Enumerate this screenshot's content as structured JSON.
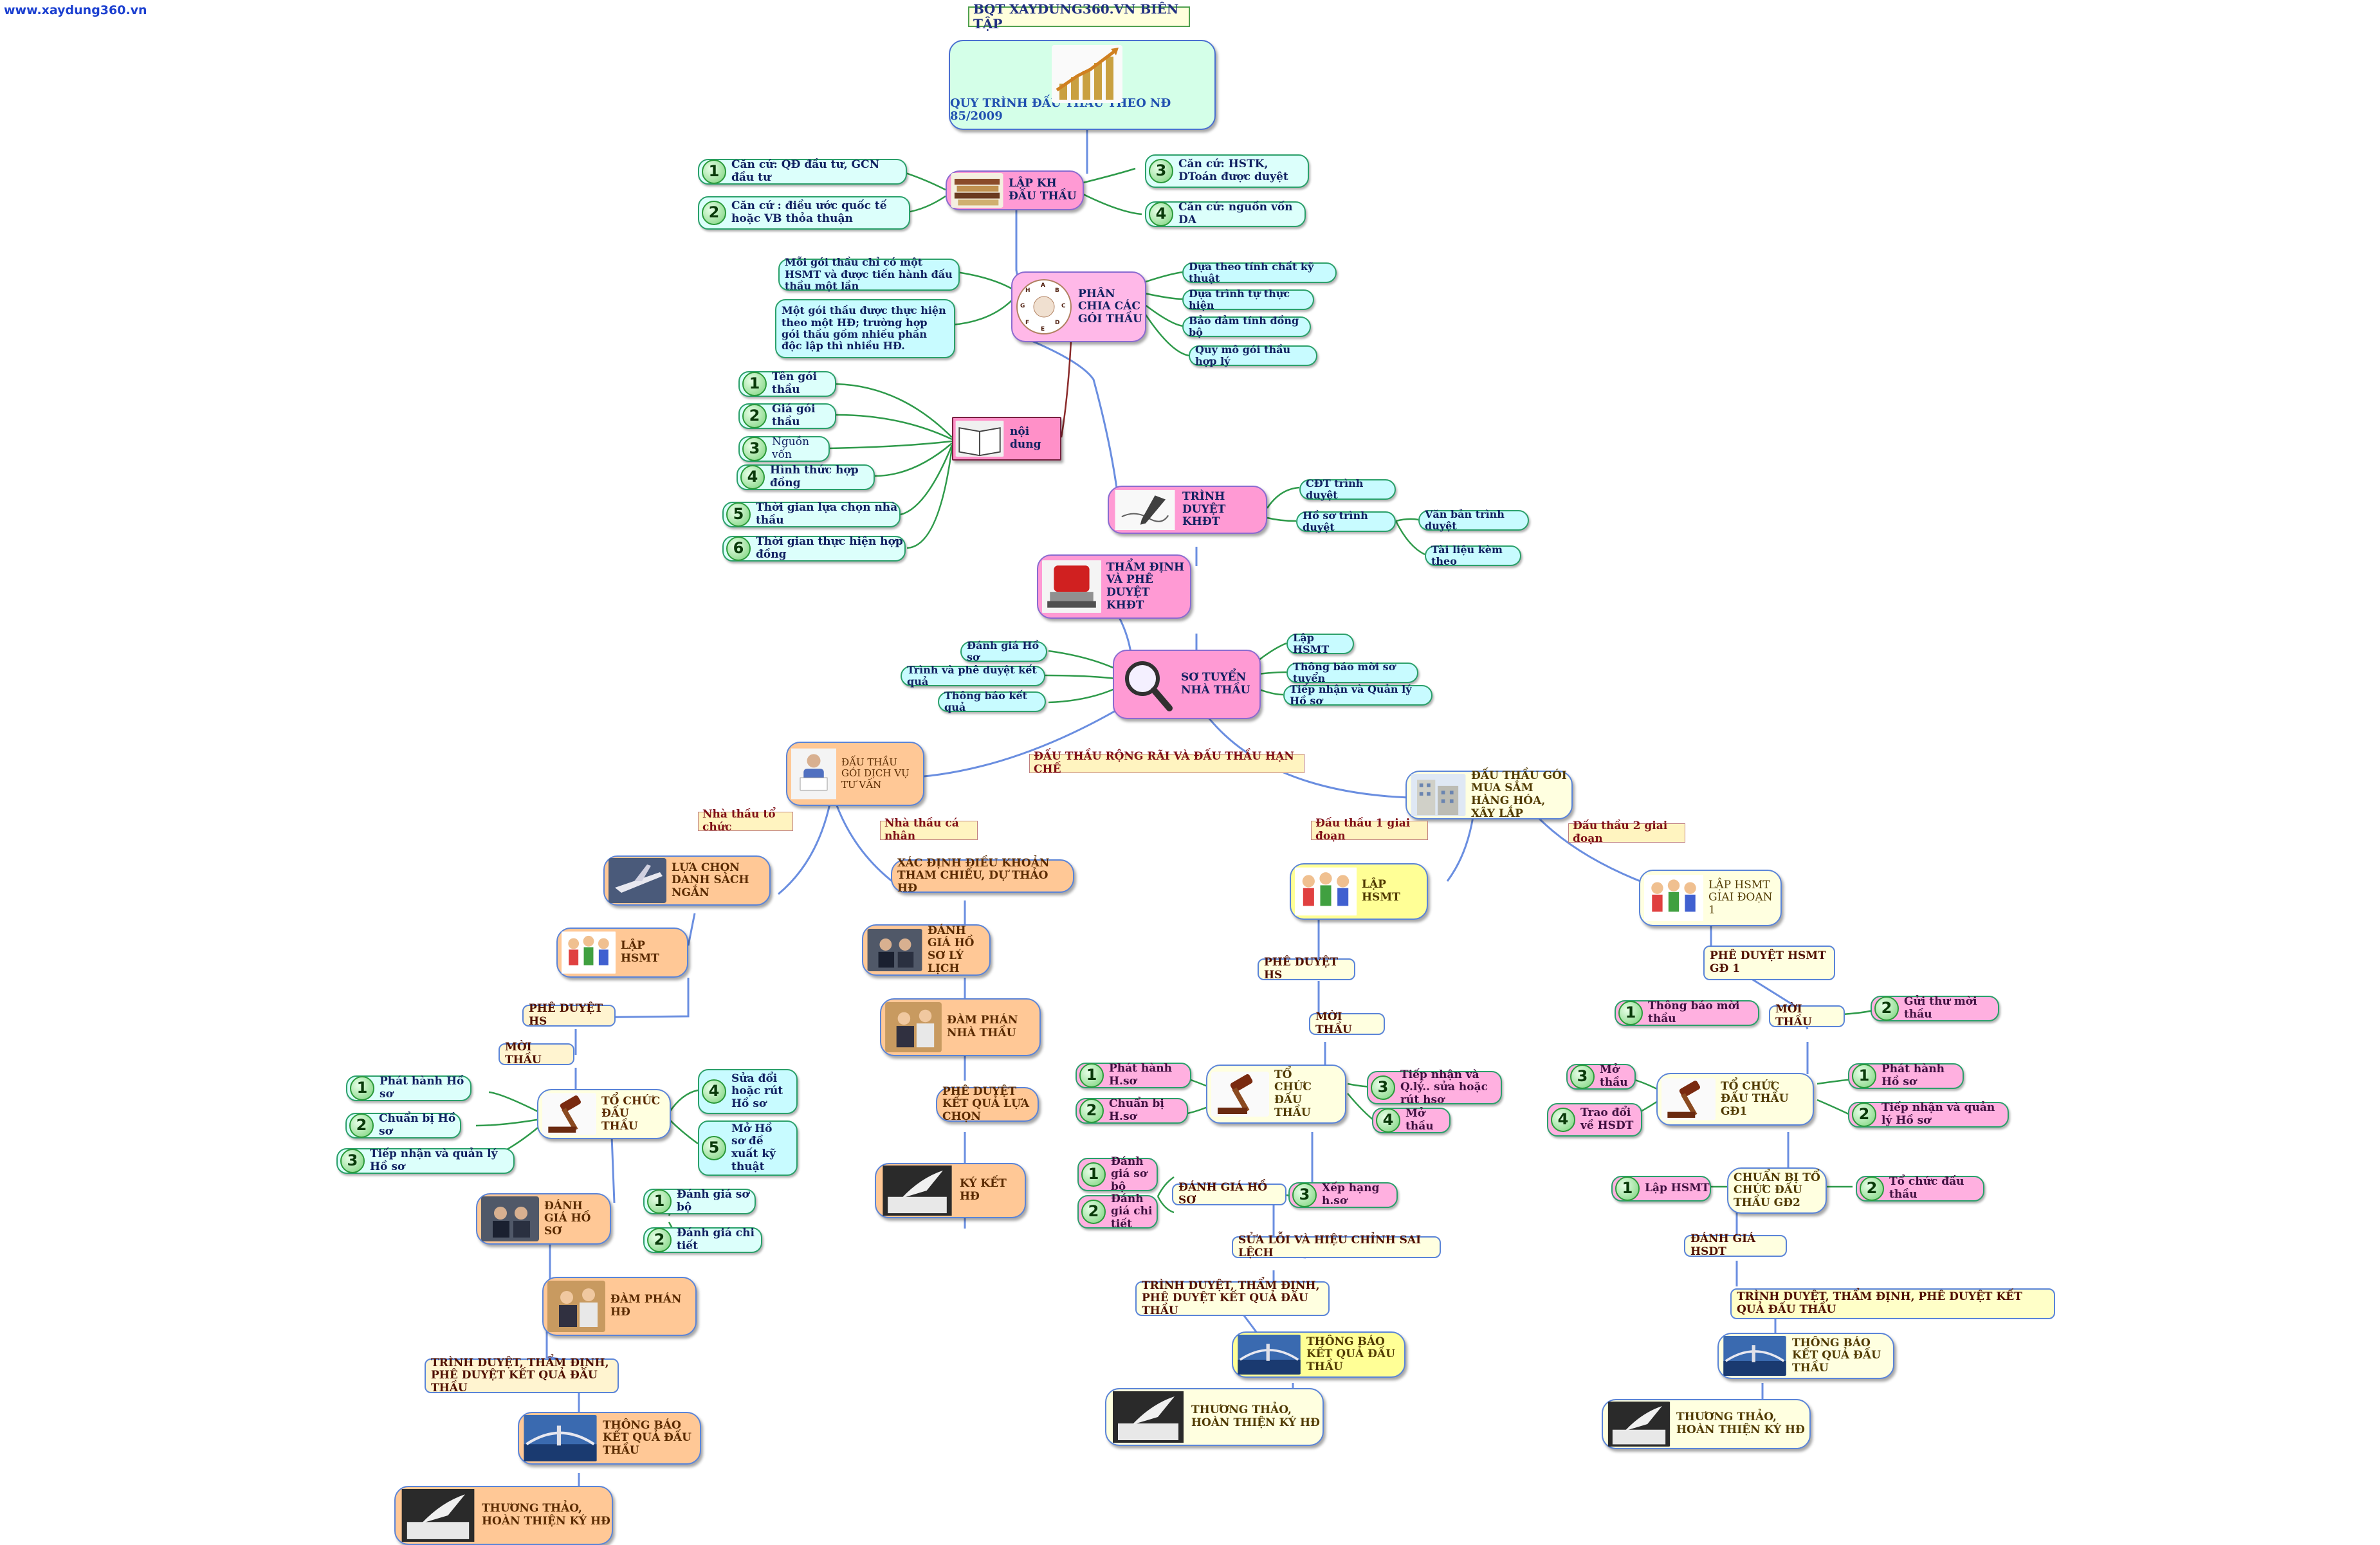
{
  "watermark": "www.xaydung360.vn",
  "editor": "BQT XAYDUNG360.VN BIÊN TẬP",
  "title": "QUY TRÌNH ĐẤU THẦU THEO NĐ 85/2009",
  "lap_kh": {
    "label": "LẬP KH ĐẤU THẦU",
    "c1": "Căn cứ: QĐ đầu tư,  GCN đầu tư",
    "c2": "Căn cứ : điều ước quốc tế hoặc VB thỏa thuận",
    "c3": "Căn cứ: HSTK, DToán được duyệt",
    "c4": "Căn cứ: nguồn vốn DA"
  },
  "phan_chia": {
    "label": "PHÂN CHIA CÁC GÓI THẦU",
    "l1": "Mỗi gói thầu chỉ có một HSMT và được tiến hành đấu thầu một lần",
    "l2": "Một gói thầu được thực hiện theo một HĐ; trường hợp gói thầu gồm nhiều phần độc lập thì  nhiều HĐ.",
    "r1": "Dựa theo tính chất kỹ thuật",
    "r2": "Dựa trình tự thực hiện",
    "r3": "Bảo đảm tính đồng bộ",
    "r4": "Quy mô gói thầu hợp lý"
  },
  "noi_dung": {
    "label": "nội dung",
    "i1": "Tên gói thầu",
    "i2": "Giá gói thầu",
    "i3": "Nguồn vốn",
    "i4": "Hình thức hợp đồng",
    "i5": "Thời gian lựa chọn nhà thầu",
    "i6": "Thời gian thực hiện hợp đồng"
  },
  "trinh_duyet": {
    "label": "TRÌNH DUYỆT KHĐT",
    "a": "CĐT trình duyệt",
    "b": "Hồ sơ trình duyệt",
    "b1": "Văn bản trình duyệt",
    "b2": "Tài liệu kèm theo"
  },
  "tham_dinh": {
    "label": "THẨM ĐỊNH VÀ PHÊ DUYỆT KHĐT"
  },
  "so_tuyen": {
    "label": "SƠ TUYỂN NHÀ THẦU",
    "l1": "Đánh giá Hồ sơ",
    "l2": "Trình và phê duyệt kết quả",
    "l3": "Thông báo kết quả",
    "r1": "Lập HSMT",
    "r2": "Thông báo mời  sơ tuyển",
    "r3": "Tiếp nhận và Quản lý Hồ sơ"
  },
  "mid_tag": "ĐẤU THẦU RỘNG RÃI VÀ ĐẤU THẦU HẠN CHẾ",
  "dv": {
    "label": "ĐẤU THẦU GÓI DỊCH VỤ TƯ VẤN",
    "tag_tc": "Nhà thầu tổ chức",
    "tag_cn": "Nhà thầu cá nhân",
    "lua_chon": "LỰA CHỌN DANH SÁCH NGẮN",
    "lap_hsmt": "LẬP HSMT",
    "phe_duyet": "PHÊ DUYỆT HS",
    "moi_thau": "MỜI THẦU",
    "to_chuc": "TỔ CHỨC ĐẤU THẦU",
    "tc1": "Phát hành Hồ sơ",
    "tc2": "Chuẩn bị Hồ sơ",
    "tc3": "Tiếp nhận và quản lý Hồ sơ",
    "tc4": "Sửa đổi hoặc rút Hồ sơ",
    "tc5": "Mở Hồ sơ đề xuất kỹ thuật",
    "danh_gia": "ĐÁNH GIÁ HỒ SƠ",
    "dg1": "Đánh giá sơ bộ",
    "dg2": "Đánh giá chi tiết",
    "dam_phan": "ĐÀM PHÁN HĐ",
    "trinh": "TRÌNH DUYỆT, THẨM ĐỊNH, PHÊ DUYỆT KẾT QUẢ ĐẤU THẦU",
    "thong_bao": "THÔNG BÁO KẾT QUẢ ĐẤU THẦU",
    "thuong_thao": "THƯƠNG THẢO, HOÀN THIỆN KÝ HĐ",
    "xac_dinh": "XÁC ĐỊNH ĐIỀU KHOẢN THAM CHIẾU, DỰ THẢO HĐ",
    "danh_gia_ly_lich": "ĐÁNH GIÁ HỒ SƠ LÝ LỊCH",
    "dam_phan_nt": "ĐÀM PHÁN NHÀ THẦU",
    "phe_duyet_kq": "PHÊ DUYỆT KẾT QUẢ LỰA CHỌN",
    "ky_ket": "KÝ KẾT HĐ"
  },
  "hh": {
    "label": "ĐẤU THẦU GÓI MUA SẮM HÀNG HÓA, XÂY LẮP",
    "tag_1gd": "Đấu thầu 1 giai đoạn",
    "tag_2gd": "Đấu thầu 2 giai đoạn",
    "g1": {
      "lap_hsmt": "LẬP HSMT",
      "phe_duyet": "PHÊ DUYỆT HS",
      "moi_thau": "MỜI THẦU",
      "to_chuc": "TỔ CHỨC ĐẤU THẦU",
      "tc1": "Phát hành H.sơ",
      "tc2": "Chuẩn bị H.sơ",
      "tc3": "Tiếp nhận và Q.lý.. sửa hoặc rút hsơ",
      "tc4": "Mở thầu",
      "danh_gia": "ĐÁNH GIÁ HỒ SƠ",
      "dg1": "Đánh giá sơ bộ",
      "dg2": "Đánh giá chi tiết",
      "dg3": "Xếp hạng h.sơ",
      "sua_loi": "SỬA LỖI VÀ HIỆU CHỈNH SAI LỆCH",
      "trinh": "TRÌNH DUYỆT, THẨM ĐỊNH, PHÊ DUYỆT KẾT QUẢ ĐẤU THẦU",
      "thong_bao": "THÔNG BÁO KẾT QUẢ ĐẤU THẦU",
      "thuong_thao": "THƯƠNG THẢO, HOÀN THIỆN KÝ HĐ"
    },
    "g2": {
      "lap_hsmt": "LẬP HSMT GIAI ĐOẠN 1",
      "phe_duyet": "PHÊ DUYỆT HSMT GĐ 1",
      "moi_thau": "MỜI THẦU",
      "mt1": "Thông báo mời thầu",
      "mt2": "Gửi thư mời thầu",
      "to_chuc": "TỔ CHỨC ĐẤU THẦU GĐ1",
      "tc1": "Phát hành Hồ sơ",
      "tc2": "Tiếp nhận và quản lý Hồ sơ",
      "tc3": "Mở thầu",
      "tc4": "Trao đổi về HSDT",
      "chuan_bi": "CHUẨN BỊ TỔ CHỨC ĐẤU THẦU GĐ2",
      "cb1": "Lập HSMT",
      "cb2": "Tổ chức đấu thầu",
      "danh_gia": "ĐÁNH GIÁ HSDT",
      "trinh": "TRÌNH DUYỆT, THẨM ĐỊNH, PHÊ DUYỆT KẾT QUẢ ĐẤU THẦU",
      "thong_bao": "THÔNG BÁO KẾT QUẢ ĐẤU THẦU",
      "thuong_thao": "THƯƠNG THẢO, HOÀN THIỆN KÝ HĐ"
    }
  },
  "icons": [
    "chart-growth-icon",
    "books-icon",
    "compass-wheel-icon",
    "open-book-icon",
    "pen-signing-icon",
    "stamp-icon",
    "magnifier-icon",
    "man-reading-icon",
    "building-icon",
    "kids-group-icon",
    "gavel-icon",
    "plane-icon",
    "handshake-icon",
    "meeting-icon",
    "bridge-icon",
    "quill-hand-icon"
  ],
  "colors": {
    "link_blue": "#6a8ee0",
    "link_green": "#2e9a4a",
    "pink": "#ff9ad4",
    "orange": "#ffc896",
    "yellow": "#ffff96",
    "mint": "#dcfffb"
  }
}
